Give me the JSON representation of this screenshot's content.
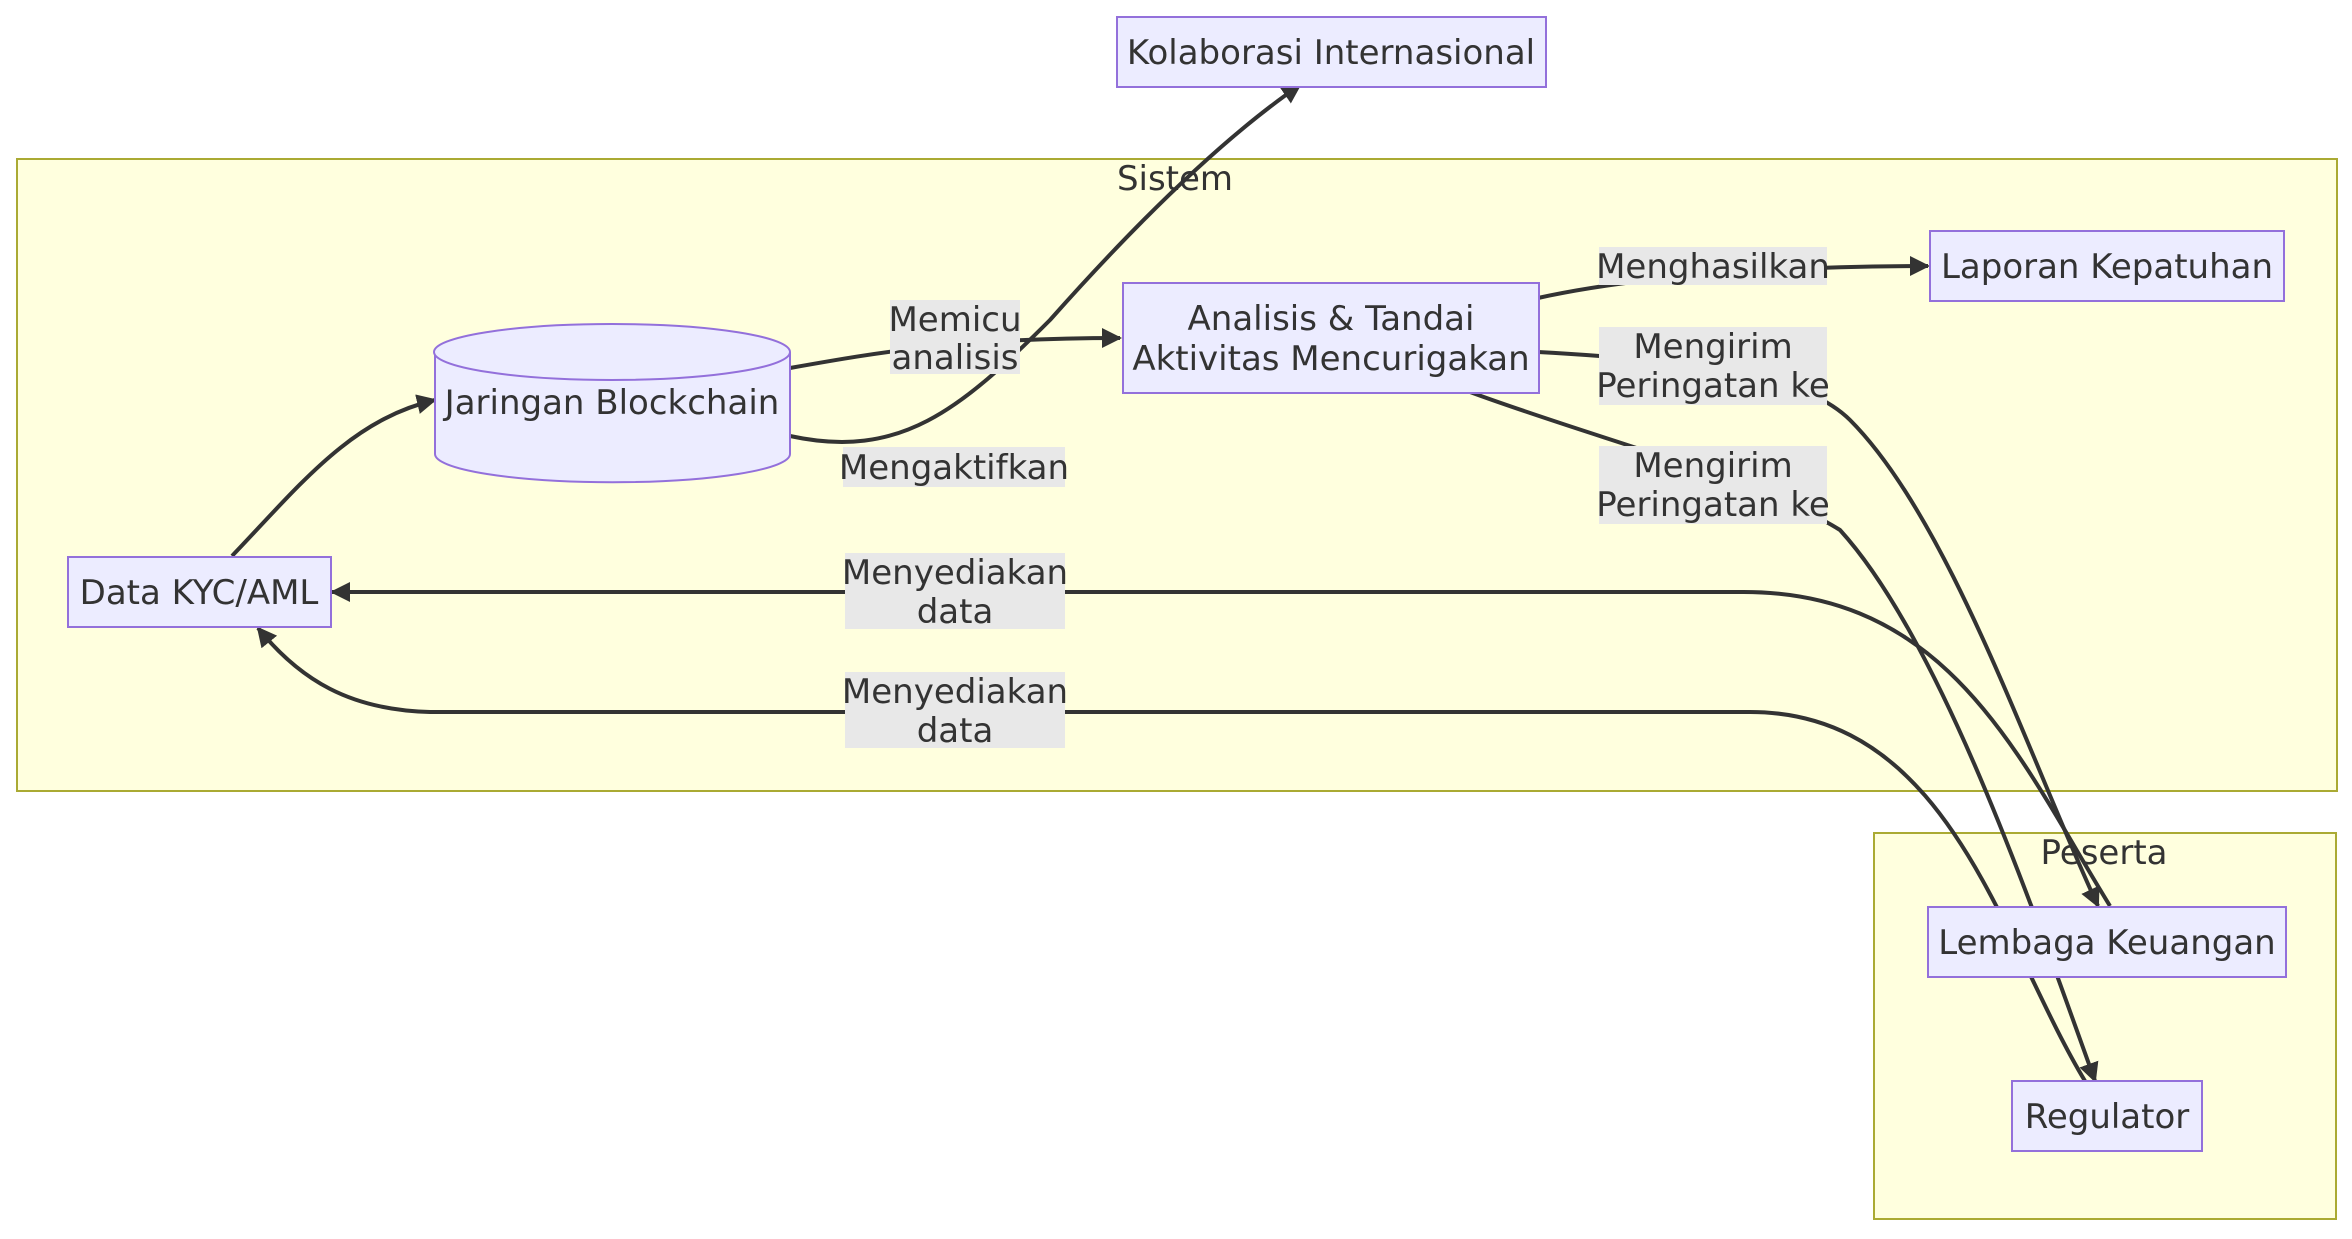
{
  "clusters": {
    "system": "Sistem",
    "participants": "Peserta"
  },
  "nodes": {
    "collab": "Kolaborasi Internasional",
    "blockchain": "Jaringan Blockchain",
    "analysis_1": "Analisis & Tandai",
    "analysis_2": "Aktivitas Mencurigakan",
    "report": "Laporan Kepatuhan",
    "kyc": "Data KYC/AML",
    "bank": "Lembaga Keuangan",
    "regulator": "Regulator"
  },
  "edges": {
    "trigger_1": "Memicu",
    "trigger_2": "analisis",
    "activate": "Mengaktifkan",
    "generate": "Menghasilkan",
    "send_bank_1": "Mengirim",
    "send_bank_2": "Peringatan ke",
    "send_reg_1": "Mengirim",
    "send_reg_2": "Peringatan ke",
    "provide_bank_1": "Menyediakan",
    "provide_bank_2": "data",
    "provide_reg_1": "Menyediakan",
    "provide_reg_2": "data"
  },
  "colors": {
    "node_fill": "#ececff",
    "node_stroke": "#9370db",
    "cluster_fill": "#ffffde",
    "cluster_stroke": "#aaaa33",
    "edge": "#333333",
    "edge_label_bg": "#e8e8e8"
  }
}
